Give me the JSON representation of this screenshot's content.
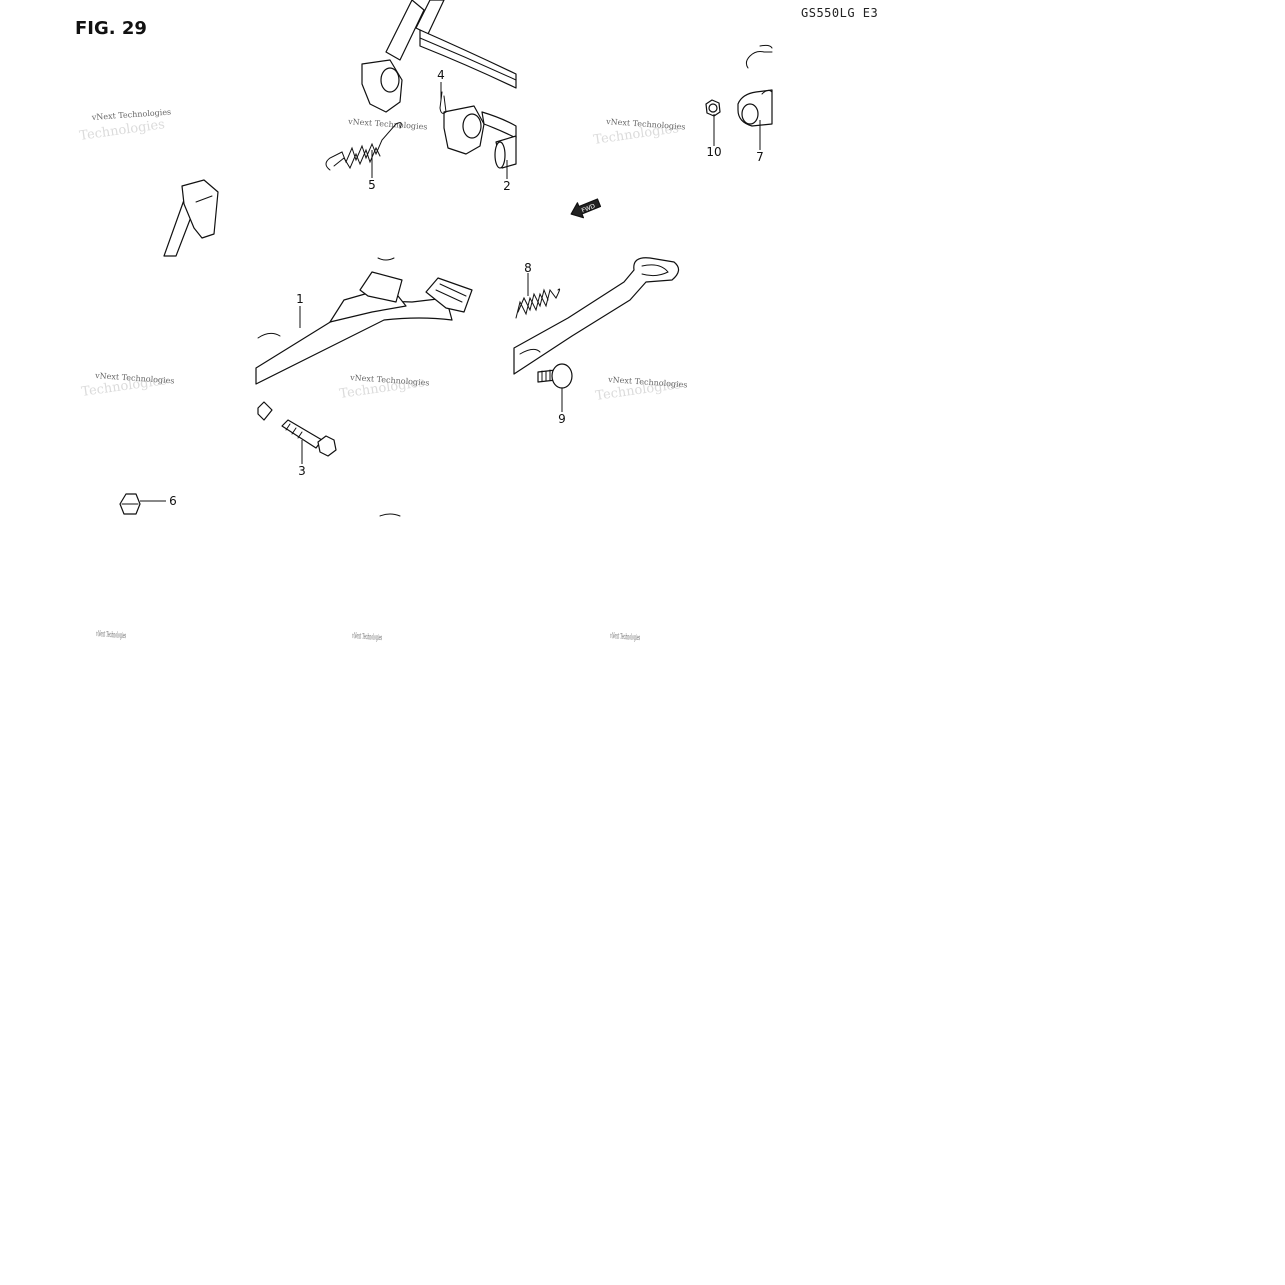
{
  "figure": {
    "title": "FIG. 29",
    "model_code": "GS550LG  E3"
  },
  "callouts": [
    {
      "id": "1",
      "label": "1"
    },
    {
      "id": "2",
      "label": "2"
    },
    {
      "id": "3",
      "label": "3"
    },
    {
      "id": "4",
      "label": "4"
    },
    {
      "id": "5",
      "label": "5"
    },
    {
      "id": "6",
      "label": "6"
    },
    {
      "id": "7",
      "label": "7"
    },
    {
      "id": "8",
      "label": "8"
    },
    {
      "id": "9",
      "label": "9"
    },
    {
      "id": "10",
      "label": "10"
    }
  ],
  "direction_arrow": {
    "label": "FWD"
  },
  "watermark": {
    "line1": "vNext Technologies",
    "line2": "Technologies"
  }
}
